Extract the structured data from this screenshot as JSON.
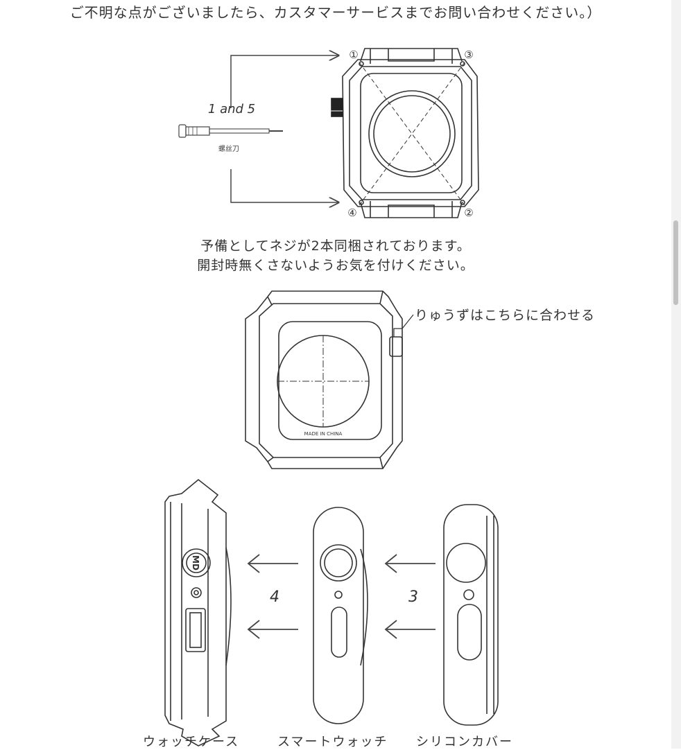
{
  "page": {
    "top_note": "ご不明な点がございましたら、カスタマーサービスまでお問い合わせください。）"
  },
  "screw_diagram": {
    "step_label": "1 and 5",
    "tool_label": "螺丝刀",
    "corner_numbers": [
      "①",
      "②",
      "③",
      "④"
    ],
    "caption_lines": [
      "予備としてネジが2本同梱されております。",
      "開封時無くさないようお気を付けください。"
    ]
  },
  "back_view": {
    "crown_note": "りゅうずはこちらに合わせる",
    "made_in": "MADE IN CHINA"
  },
  "side_views": {
    "step_4": "4",
    "step_3": "3",
    "crown_logo": "MD",
    "labels": [
      "ウォッチケース",
      "スマートウォッチ",
      "シリコンカバー"
    ]
  },
  "scrollbar": {
    "position": 0.3
  }
}
